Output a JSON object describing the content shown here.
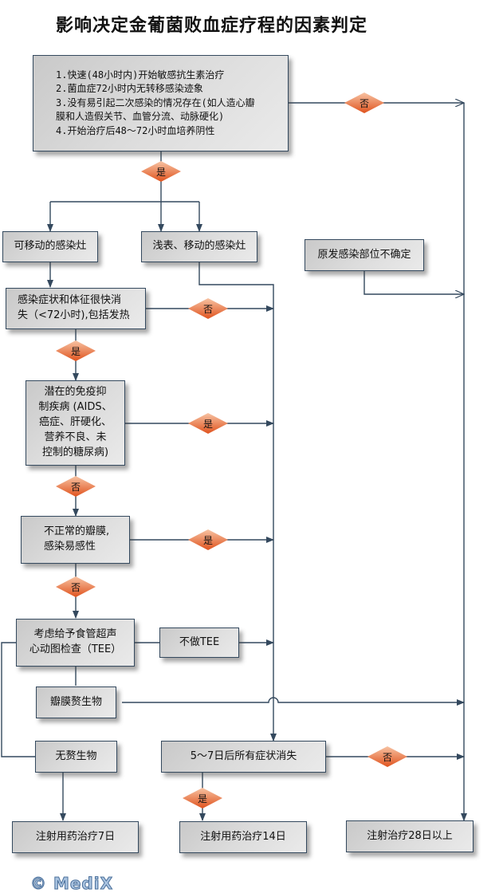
{
  "title": "影响决定金葡菌败血症疗程的因素判定",
  "colors": {
    "line": "#34495e",
    "box_border": "#34495e",
    "diamond_top": "#f7c3a3",
    "diamond_bottom": "#e0531e",
    "logo": "#a9c3e0"
  },
  "boxes": {
    "criteria": "1.快速(48小时内)开始敏感抗生素治疗\n2.菌血症72小时内无转移感染迹象\n3.没有易引起二次感染的情况存在(如人造心瓣\n  膜和人造假关节、血管分流、动脉硬化)\n4.开始治疗后48～72小时血培养阴性",
    "removable_focus": "可移动的感染灶",
    "superficial_focus": "浅表、移动的感染灶",
    "unknown_site": "原发感染部位不确定",
    "rapid_resolution": "感染症状和体征很快消\n失（<72小时),包括发热",
    "immunosuppression": "潜在的免疫抑\n制疾病 (AIDS、\n癌症、肝硬化、\n营养不良、未\n控制的糖尿病)",
    "abnormal_valve": "不正常的瓣膜,\n感染易感性",
    "consider_tee": "考虑给予食管超声\n心动图检查（TEE）",
    "no_tee": "不做TEE",
    "vegetation": "瓣膜赘生物",
    "no_vegetation": "无赘生物",
    "resolved_5_7": "5～7日后所有症状消失",
    "treat_7": "注射用药治疗7日",
    "treat_14": "注射用药治疗14日",
    "treat_28": "注射治疗28日以上"
  },
  "decisions": {
    "criteria_no": "否",
    "criteria_yes": "是",
    "rapid_no": "否",
    "rapid_yes": "是",
    "immuno_yes": "是",
    "immuno_no": "否",
    "valve_yes": "是",
    "valve_no": "否",
    "resolved_no": "否",
    "resolved_yes": "是"
  },
  "logo": "© MediX"
}
